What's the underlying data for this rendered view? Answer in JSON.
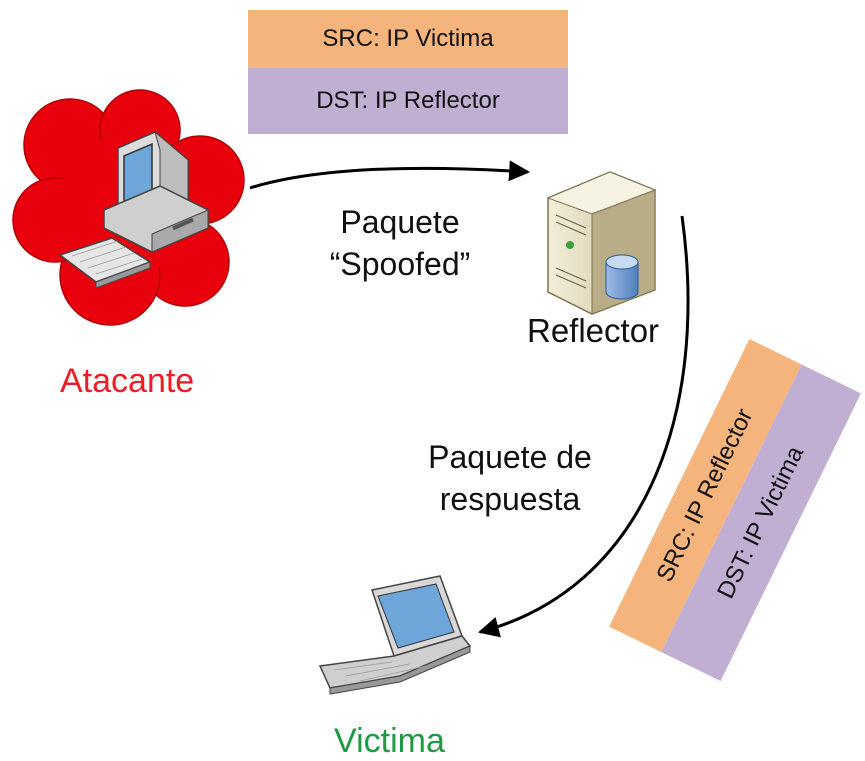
{
  "top_packet": {
    "src": "SRC: IP Victima",
    "dst": "DST: IP Reflector"
  },
  "response_packet": {
    "src": "SRC: IP Reflector",
    "dst": "DST: IP Victima"
  },
  "nodes": {
    "attacker": "Atacante",
    "reflector": "Reflector",
    "victim": "Victima"
  },
  "arrows": {
    "spoofed_line1": "Paquete",
    "spoofed_line2": "“Spoofed”",
    "response_line1": "Paquete de",
    "response_line2": "respuesta"
  },
  "colors": {
    "attacker_label": "#ee1c24",
    "victim_label": "#1f9a44",
    "src_band": "#f6b47d",
    "dst_band": "#c0afd3",
    "attacker_cloud": "#e8000c"
  }
}
